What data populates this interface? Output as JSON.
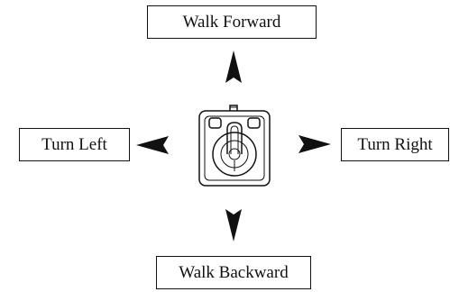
{
  "labels": {
    "forward": "Walk Forward",
    "left": "Turn Left",
    "right": "Turn Right",
    "backward": "Walk Backward"
  },
  "icons": {
    "center": "joystick-icon",
    "arrows": [
      "arrow-up-icon",
      "arrow-left-icon",
      "arrow-right-icon",
      "arrow-down-icon"
    ]
  },
  "colors": {
    "ink": "#111111",
    "background": "#ffffff"
  }
}
